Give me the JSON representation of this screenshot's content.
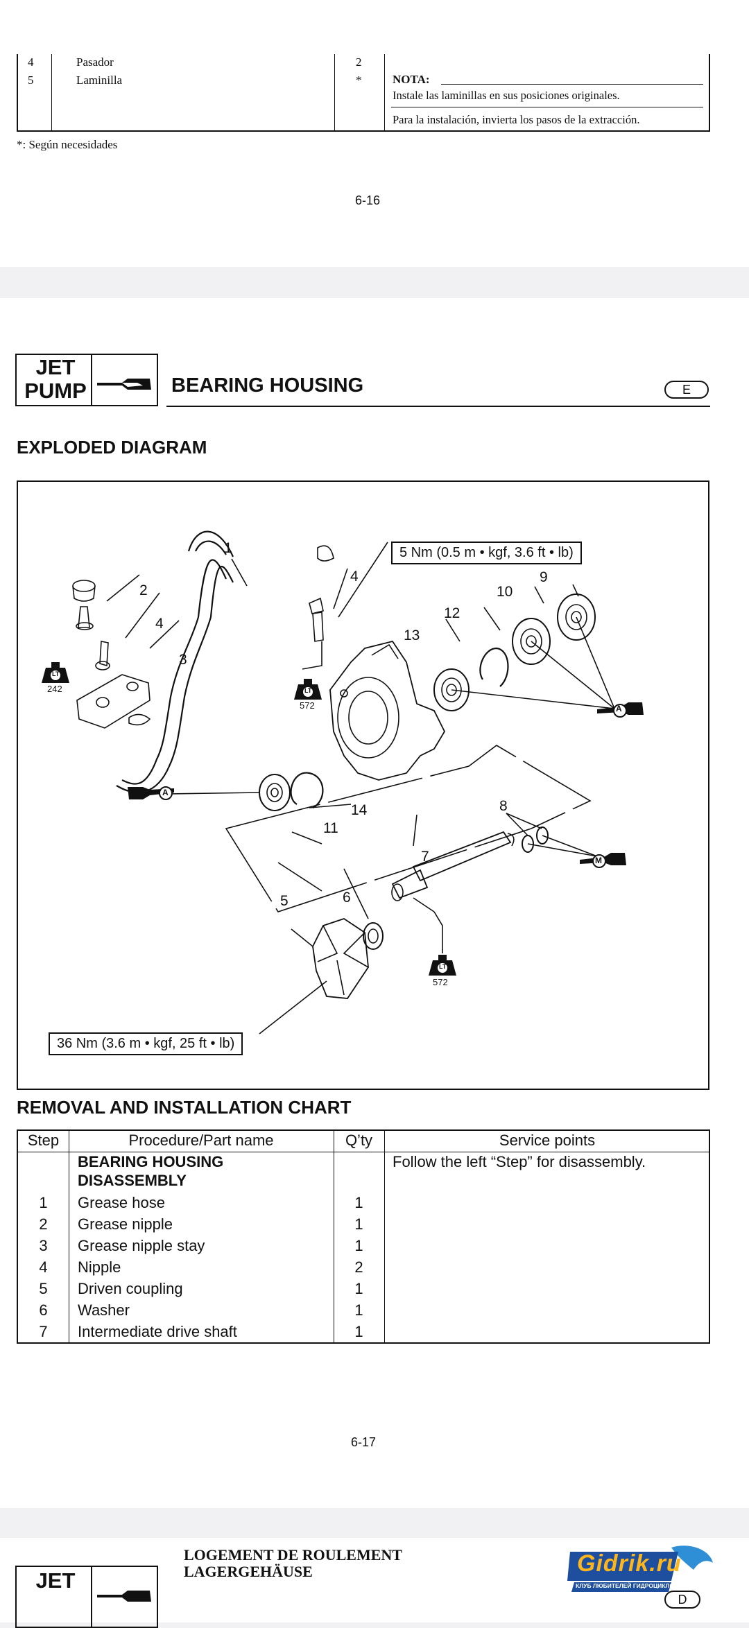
{
  "page1": {
    "rows": [
      {
        "num": "4",
        "name": "Pasador",
        "qty": "2"
      },
      {
        "num": "5",
        "name": "Laminilla",
        "qty": "*"
      }
    ],
    "note_label": "NOTA:",
    "note_line1": "Instale las laminillas en sus posiciones originales.",
    "note_line2": "Para la instalación, invierta los pasos de la extracción.",
    "footnote": "*: Según necesidades",
    "page_number": "6-16"
  },
  "page2": {
    "logo_line1": "JET",
    "logo_line2": "PUMP",
    "title": "BEARING HOUSING",
    "lang_badge": "E",
    "diagram_heading": "EXPLODED DIAGRAM",
    "torque_top": "5 Nm (0.5 m • kgf, 3.6 ft • lb)",
    "torque_bottom": "36 Nm (3.6 m • kgf, 25 ft • lb)",
    "sealant_a": "242",
    "sealant_b": "572",
    "sealant_c": "572",
    "grease_a": "A",
    "grease_b": "A",
    "grease_m": "M",
    "lt_label": "LT",
    "callouts": [
      "1",
      "2",
      "3",
      "4",
      "4",
      "5",
      "6",
      "7",
      "8",
      "9",
      "10",
      "11",
      "12",
      "13",
      "14"
    ],
    "chart_heading": "REMOVAL AND INSTALLATION CHART",
    "chart_headers": {
      "step": "Step",
      "procedure": "Procedure/Part name",
      "qty": "Q’ty",
      "service": "Service points"
    },
    "chart_section_line1": "BEARING HOUSING",
    "chart_section_line2": "DISASSEMBLY",
    "chart_service_note": "Follow the left “Step” for disassembly.",
    "chart_rows": [
      {
        "step": "1",
        "name": "Grease hose",
        "qty": "1"
      },
      {
        "step": "2",
        "name": "Grease nipple",
        "qty": "1"
      },
      {
        "step": "3",
        "name": "Grease nipple stay",
        "qty": "1"
      },
      {
        "step": "4",
        "name": "Nipple",
        "qty": "2"
      },
      {
        "step": "5",
        "name": "Driven coupling",
        "qty": "1"
      },
      {
        "step": "6",
        "name": "Washer",
        "qty": "1"
      },
      {
        "step": "7",
        "name": "Intermediate drive shaft",
        "qty": "1"
      }
    ],
    "page_number": "6-17"
  },
  "page3": {
    "logo_line1": "JET",
    "title_fr": "LOGEMENT DE ROULEMENT",
    "title_de": "LAGERGEHÄUSE",
    "brand_name": "Gidrik.ru",
    "brand_tagline": "КЛУБ ЛЮБИТЕЛЕЙ ГИДРОЦИКЛОВ",
    "badge": "D"
  }
}
